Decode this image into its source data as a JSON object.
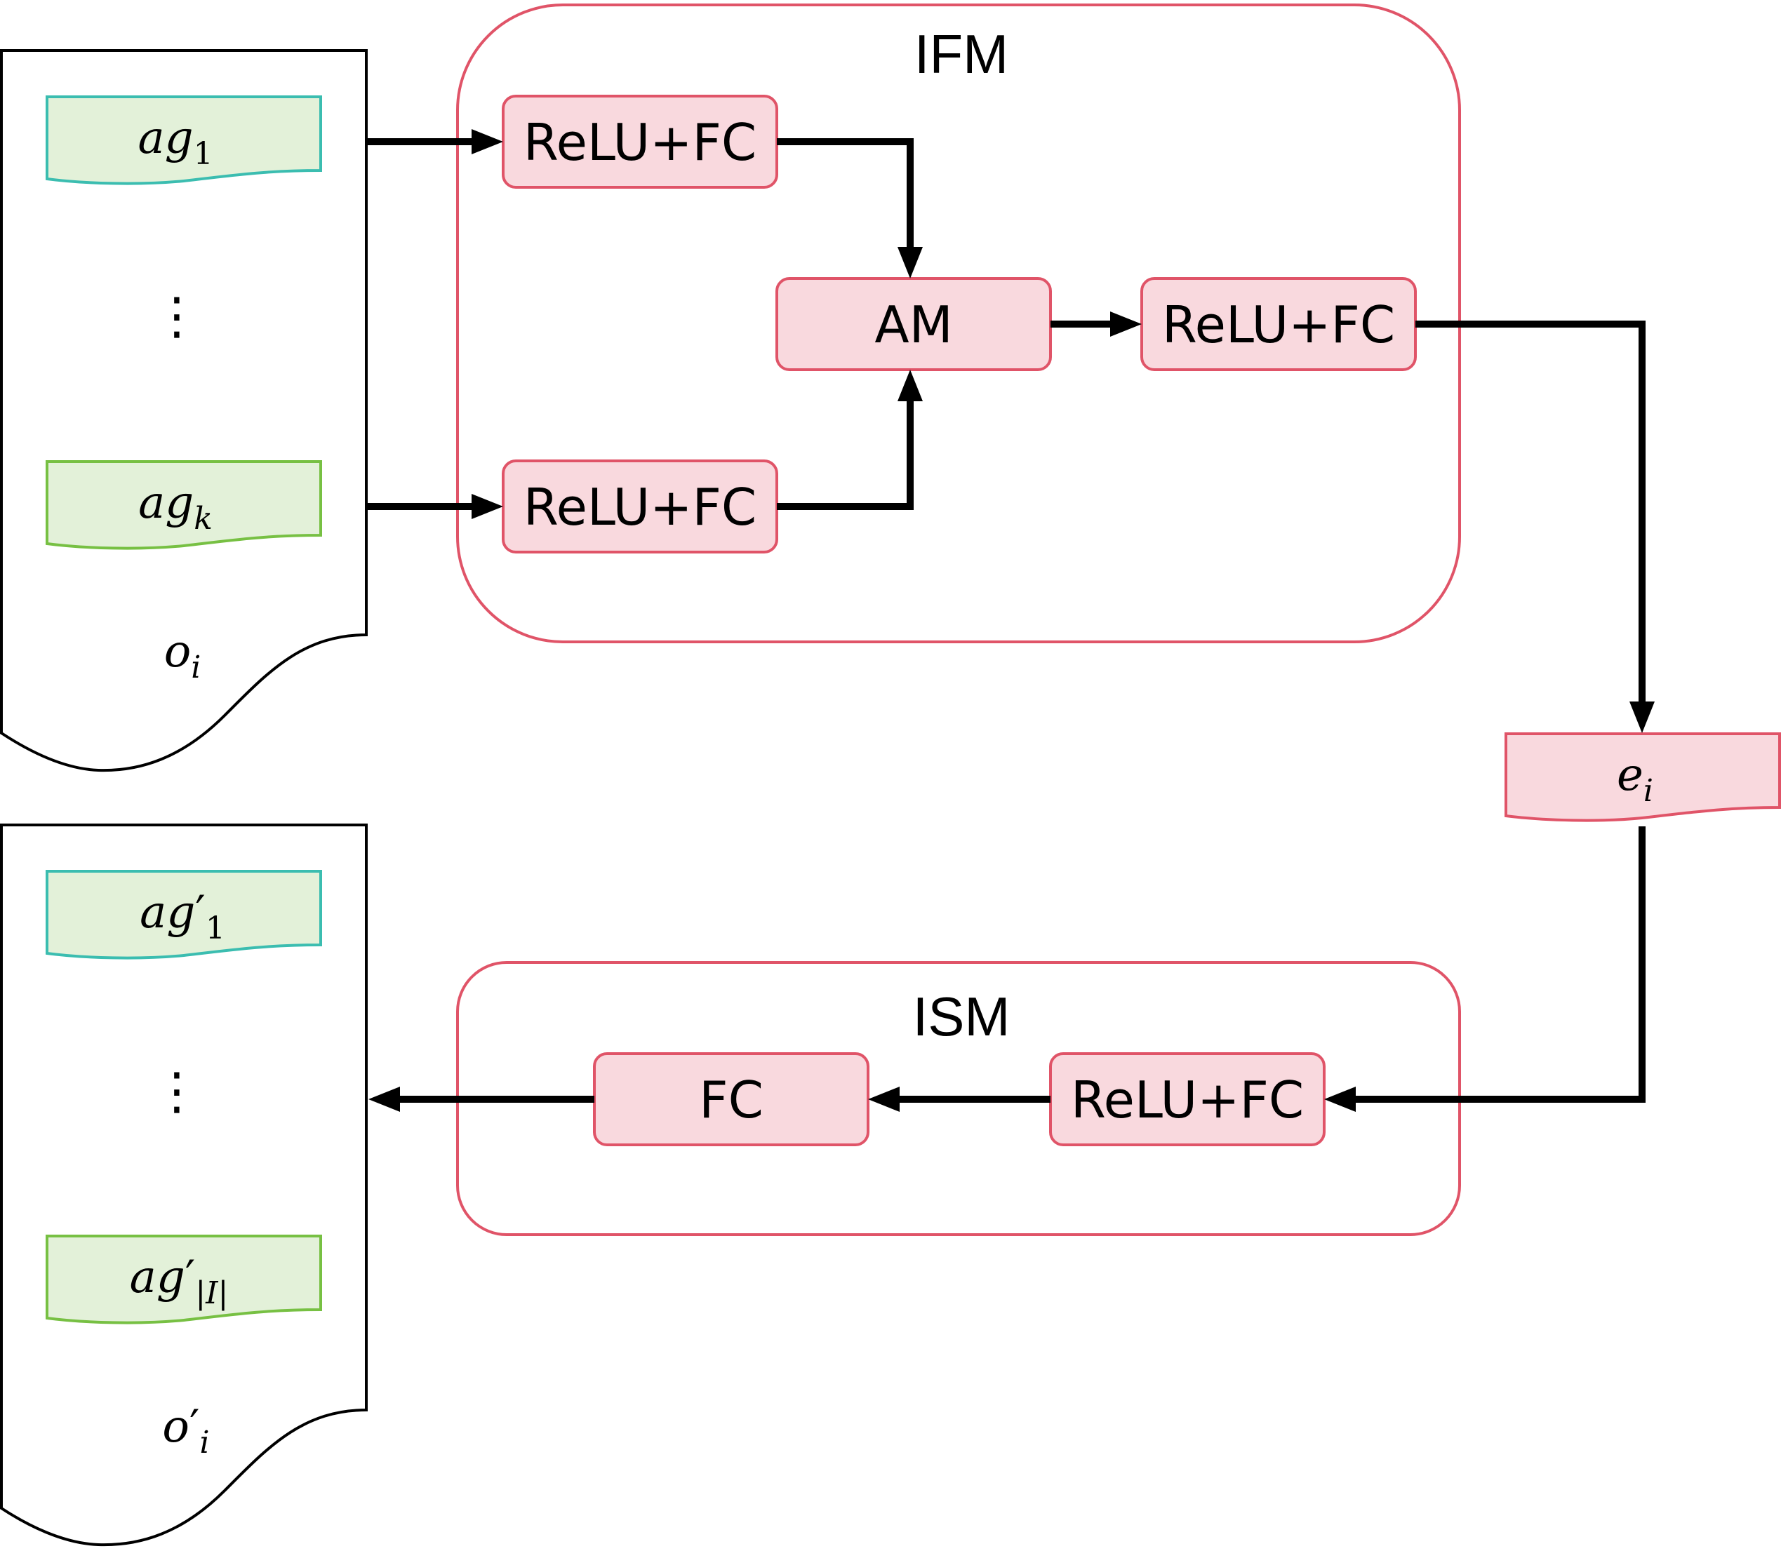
{
  "modules": {
    "ifm": {
      "title": "IFM"
    },
    "ism": {
      "title": "ISM"
    }
  },
  "blocks": {
    "ifm_relu_fc_top": "ReLU+FC",
    "ifm_relu_fc_bottom": "ReLU+FC",
    "am": "AM",
    "ifm_relu_fc_out": "ReLU+FC",
    "ism_relu_fc": "ReLU+FC",
    "ism_fc": "FC"
  },
  "input_doc": {
    "items": [
      {
        "base": "ag",
        "prime": "",
        "sub": "1"
      },
      {
        "base": "ag",
        "prime": "",
        "sub": "k"
      }
    ],
    "ellipsis": "⋮",
    "caption": {
      "base": "o",
      "prime": "",
      "sub": "i"
    }
  },
  "embedding": {
    "base": "e",
    "sub": "i"
  },
  "output_doc": {
    "items": [
      {
        "base": "ag",
        "prime": "′",
        "sub": "1"
      },
      {
        "base": "ag",
        "prime": "′",
        "sub": "|I|"
      }
    ],
    "ellipsis": "⋮",
    "caption": {
      "base": "o",
      "prime": "′",
      "sub": "i"
    }
  },
  "colors": {
    "module_border": "#e05468",
    "block_fill": "#f9d9de",
    "block_border": "#e05468",
    "item_fill": "#e3f1d9",
    "item_border_teal": "#3bbdb0",
    "item_border_green": "#77c043",
    "arrow": "#000000"
  }
}
